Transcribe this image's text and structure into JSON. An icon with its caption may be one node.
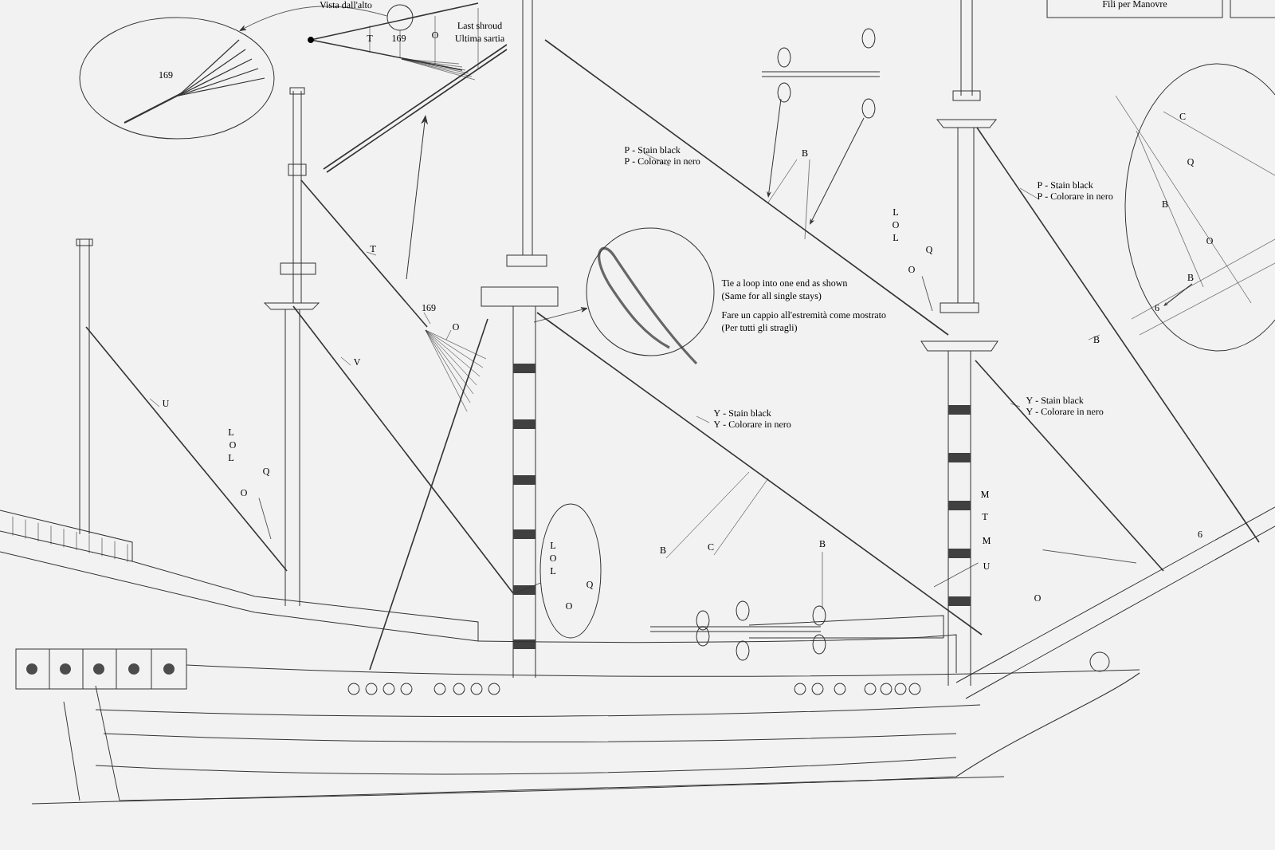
{
  "diagram": {
    "nodes": [
      {
        "text": [
          "Fili per Manovre"
        ]
      },
      {
        "text": [],
        "shape": "box"
      },
      {
        "text": [],
        "shape": "circle",
        "beside": [
          "169"
        ]
      },
      {
        "text": [
          "169"
        ]
      },
      {
        "text": [],
        "shape": "circle",
        "beside": [
          "Tie a loop into one end as shown",
          "(Same for all single stays)",
          "Fare un cappio all'estremità come mostrato",
          "(Per tutti gli stragli)"
        ]
      },
      {
        "text": [
          "L",
          "O",
          "L",
          "Q",
          "O"
        ]
      },
      {
        "text": [
          "L",
          "O",
          "L",
          "Q",
          "O"
        ]
      },
      {
        "text": [
          "L",
          "O",
          "L",
          "Q",
          "O"
        ]
      },
      {
        "text": [
          "M",
          "T",
          "M",
          "U",
          "O"
        ]
      },
      {
        "text": [
          "C",
          "Q",
          "B",
          "O",
          "B",
          "6"
        ]
      }
    ],
    "edges": [
      {
        "from": 2,
        "to": 3,
        "arrow": "to"
      },
      {
        "from": null,
        "to": 4,
        "arrow": "to"
      },
      {
        "from": 5,
        "to": null,
        "arrow": "none"
      },
      {
        "from": 6,
        "to": null,
        "arrow": "none"
      },
      {
        "from": 7,
        "to": null,
        "arrow": "none"
      },
      {
        "from": 8,
        "to": null,
        "arrow": "none"
      },
      {
        "from": 8,
        "to": null,
        "arrow": "none"
      }
    ],
    "labels": [
      "Vista dall'alto",
      "T",
      "O",
      "Last shroud",
      "Ultima sartia",
      "T",
      "169",
      "O",
      "V",
      "U",
      "P - Stain black",
      "P - Colorare in nero",
      "B",
      "P - Stain black",
      "P - Colorare in nero",
      "B",
      "Y - Stain black",
      "Y - Colorare in nero",
      "Y - Stain black",
      "Y - Colorare in nero",
      "B",
      "C",
      "B",
      "6"
    ]
  }
}
